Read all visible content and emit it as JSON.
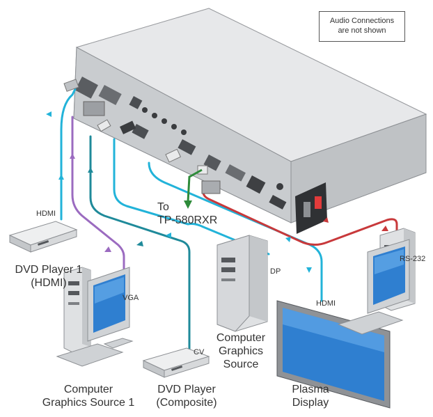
{
  "note": {
    "line1": "Audio Connections",
    "line2": "are not shown"
  },
  "labels": {
    "hdmi_left": "HDMI",
    "dvd1_line1": "DVD Player 1",
    "dvd1_line2": "(HDMI)",
    "vga": "VGA",
    "cgs1_line1": "Computer",
    "cgs1_line2": "Graphics Source 1",
    "cv": "CV",
    "dvd2_line1": "DVD Player",
    "dvd2_line2": "(Composite)",
    "to_line1": "To",
    "to_line2": "TP-580RXR",
    "dp": "DP",
    "cgs_line1": "Computer",
    "cgs_line2": "Graphics",
    "cgs_line3": "Source",
    "hdmi_right": "HDMI",
    "plasma_line1": "Plasma",
    "plasma_line2": "Display",
    "rs232": "RS-232"
  },
  "colors": {
    "hdmi_cable": "#22b3d9",
    "vga_cable": "#9b6bc0",
    "cv_cable": "#1f8a9a",
    "rs232_cable": "#c8393b",
    "tp_arrow": "#2e8b3a",
    "device_body": "#d4d6d8",
    "device_dark": "#55585c"
  }
}
